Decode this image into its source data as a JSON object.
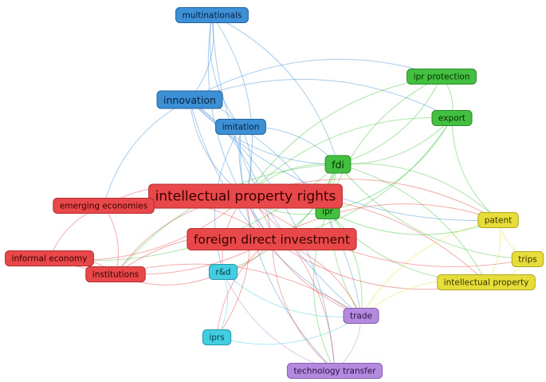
{
  "clusters": {
    "red": {
      "fill": "#e8484a",
      "stroke": "#b52c2e",
      "text": "#3a0000"
    },
    "blue": {
      "fill": "#3d8fd6",
      "stroke": "#22619c",
      "text": "#08223d"
    },
    "green": {
      "fill": "#44c040",
      "stroke": "#2a8c29",
      "text": "#072b06"
    },
    "yellow": {
      "fill": "#e6dd3a",
      "stroke": "#b0a81f",
      "text": "#3a3500"
    },
    "purple": {
      "fill": "#b48ae0",
      "stroke": "#8360b0",
      "text": "#2a1040"
    },
    "cyan": {
      "fill": "#43cde0",
      "stroke": "#2a9aab",
      "text": "#063a42"
    }
  },
  "nodes": [
    {
      "id": "multinationals",
      "label": "multinationals",
      "cluster": "blue",
      "weight": 2
    },
    {
      "id": "innovation",
      "label": "innovation",
      "cluster": "blue",
      "weight": 3
    },
    {
      "id": "imitation",
      "label": "imitation",
      "cluster": "blue",
      "weight": 2
    },
    {
      "id": "ipr-protection",
      "label": "ipr protection",
      "cluster": "green",
      "weight": 2
    },
    {
      "id": "export",
      "label": "export",
      "cluster": "green",
      "weight": 2
    },
    {
      "id": "fdi",
      "label": "fdi",
      "cluster": "green",
      "weight": 3
    },
    {
      "id": "ipr",
      "label": "ipr",
      "cluster": "green",
      "weight": 2
    },
    {
      "id": "intellectual-property-rights",
      "label": "intellectual property rights",
      "cluster": "red",
      "weight": 5
    },
    {
      "id": "foreign-direct-investment",
      "label": "foreign direct investment",
      "cluster": "red",
      "weight": 4
    },
    {
      "id": "emerging-economies",
      "label": "emerging economies",
      "cluster": "red",
      "weight": 2
    },
    {
      "id": "informal-economy",
      "label": "informal economy",
      "cluster": "red",
      "weight": 2
    },
    {
      "id": "institutions",
      "label": "institutions",
      "cluster": "red",
      "weight": 2
    },
    {
      "id": "patent",
      "label": "patent",
      "cluster": "yellow",
      "weight": 2
    },
    {
      "id": "trips",
      "label": "trips",
      "cluster": "yellow",
      "weight": 2
    },
    {
      "id": "intellectual-property",
      "label": "intellectual property",
      "cluster": "yellow",
      "weight": 2
    },
    {
      "id": "r-and-d",
      "label": "r&d",
      "cluster": "cyan",
      "weight": 2
    },
    {
      "id": "iprs",
      "label": "iprs",
      "cluster": "cyan",
      "weight": 2
    },
    {
      "id": "trade",
      "label": "trade",
      "cluster": "purple",
      "weight": 2
    },
    {
      "id": "technology-transfer",
      "label": "technology transfer",
      "cluster": "purple",
      "weight": 2
    }
  ],
  "edges": [
    [
      "multinationals",
      "innovation"
    ],
    [
      "multinationals",
      "imitation"
    ],
    [
      "multinationals",
      "intellectual-property-rights"
    ],
    [
      "multinationals",
      "foreign-direct-investment"
    ],
    [
      "multinationals",
      "fdi"
    ],
    [
      "multinationals",
      "trade"
    ],
    [
      "innovation",
      "imitation"
    ],
    [
      "innovation",
      "intellectual-property-rights"
    ],
    [
      "innovation",
      "foreign-direct-investment"
    ],
    [
      "innovation",
      "fdi"
    ],
    [
      "innovation",
      "export"
    ],
    [
      "innovation",
      "patent"
    ],
    [
      "innovation",
      "ipr-protection"
    ],
    [
      "innovation",
      "emerging-economies"
    ],
    [
      "innovation",
      "technology-transfer"
    ],
    [
      "innovation",
      "trade"
    ],
    [
      "imitation",
      "intellectual-property-rights"
    ],
    [
      "imitation",
      "foreign-direct-investment"
    ],
    [
      "imitation",
      "fdi"
    ],
    [
      "imitation",
      "r-and-d"
    ],
    [
      "imitation",
      "trade"
    ],
    [
      "imitation",
      "technology-transfer"
    ],
    [
      "ipr-protection",
      "fdi"
    ],
    [
      "ipr-protection",
      "ipr"
    ],
    [
      "ipr-protection",
      "export"
    ],
    [
      "ipr-protection",
      "intellectual-property-rights"
    ],
    [
      "export",
      "fdi"
    ],
    [
      "export",
      "patent"
    ],
    [
      "export",
      "ipr"
    ],
    [
      "export",
      "intellectual-property-rights"
    ],
    [
      "export",
      "foreign-direct-investment"
    ],
    [
      "fdi",
      "ipr"
    ],
    [
      "fdi",
      "patent"
    ],
    [
      "fdi",
      "trips"
    ],
    [
      "fdi",
      "intellectual-property"
    ],
    [
      "fdi",
      "intellectual-property-rights"
    ],
    [
      "fdi",
      "foreign-direct-investment"
    ],
    [
      "fdi",
      "trade"
    ],
    [
      "fdi",
      "r-and-d"
    ],
    [
      "fdi",
      "institutions"
    ],
    [
      "fdi",
      "informal-economy"
    ],
    [
      "ipr",
      "patent"
    ],
    [
      "ipr",
      "trade"
    ],
    [
      "ipr",
      "technology-transfer"
    ],
    [
      "ipr",
      "intellectual-property-rights"
    ],
    [
      "ipr",
      "intellectual-property"
    ],
    [
      "intellectual-property-rights",
      "foreign-direct-investment"
    ],
    [
      "intellectual-property-rights",
      "emerging-economies"
    ],
    [
      "intellectual-property-rights",
      "informal-economy"
    ],
    [
      "intellectual-property-rights",
      "institutions"
    ],
    [
      "intellectual-property-rights",
      "patent"
    ],
    [
      "intellectual-property-rights",
      "trips"
    ],
    [
      "intellectual-property-rights",
      "intellectual-property"
    ],
    [
      "intellectual-property-rights",
      "r-and-d"
    ],
    [
      "intellectual-property-rights",
      "iprs"
    ],
    [
      "intellectual-property-rights",
      "trade"
    ],
    [
      "intellectual-property-rights",
      "technology-transfer"
    ],
    [
      "foreign-direct-investment",
      "emerging-economies"
    ],
    [
      "foreign-direct-investment",
      "informal-economy"
    ],
    [
      "foreign-direct-investment",
      "institutions"
    ],
    [
      "foreign-direct-investment",
      "patent"
    ],
    [
      "foreign-direct-investment",
      "intellectual-property"
    ],
    [
      "foreign-direct-investment",
      "r-and-d"
    ],
    [
      "foreign-direct-investment",
      "iprs"
    ],
    [
      "foreign-direct-investment",
      "trade"
    ],
    [
      "foreign-direct-investment",
      "technology-transfer"
    ],
    [
      "emerging-economies",
      "institutions"
    ],
    [
      "emerging-economies",
      "informal-economy"
    ],
    [
      "informal-economy",
      "institutions"
    ],
    [
      "institutions",
      "r-and-d"
    ],
    [
      "institutions",
      "trade"
    ],
    [
      "patent",
      "trips"
    ],
    [
      "patent",
      "intellectual-property"
    ],
    [
      "patent",
      "trade"
    ],
    [
      "trips",
      "intellectual-property"
    ],
    [
      "intellectual-property",
      "trade"
    ],
    [
      "r-and-d",
      "iprs"
    ],
    [
      "r-and-d",
      "trade"
    ],
    [
      "trade",
      "technology-transfer"
    ],
    [
      "iprs",
      "trade"
    ],
    [
      "technology-transfer",
      "r-and-d"
    ]
  ]
}
